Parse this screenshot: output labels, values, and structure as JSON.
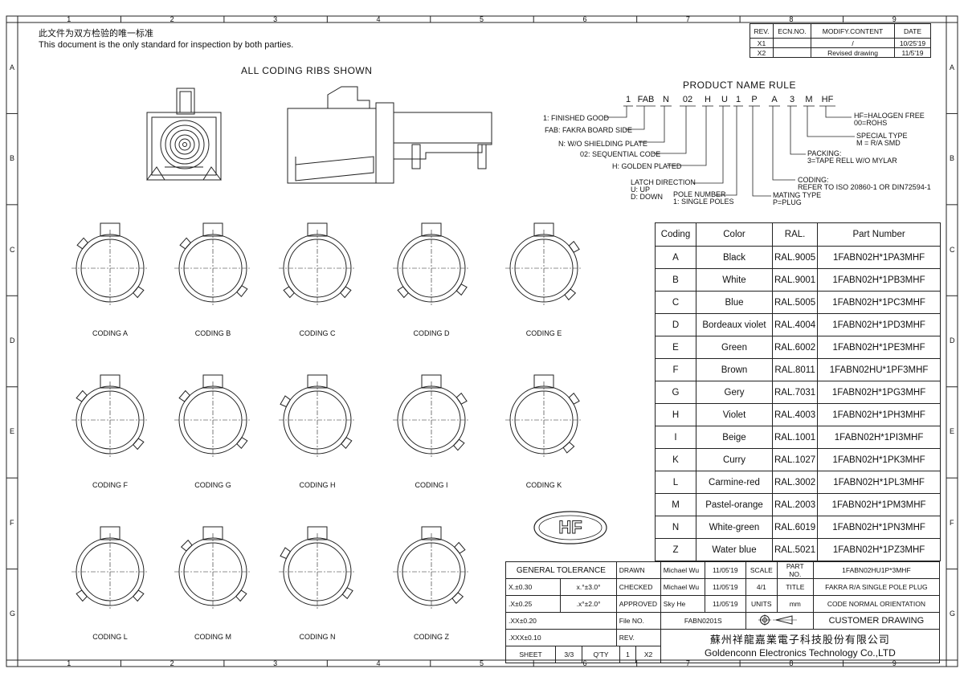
{
  "header": {
    "note_cn": "此文件为双方检验的唯一标准",
    "note_en": "This document is the only standard for inspection by both parties.",
    "view_title": "ALL CODING RIBS SHOWN"
  },
  "border": {
    "col_marks": [
      "1",
      "2",
      "3",
      "4",
      "5",
      "6",
      "7",
      "8",
      "9"
    ],
    "row_marks": [
      "A",
      "B",
      "C",
      "D",
      "E",
      "F",
      "G"
    ]
  },
  "revisions": {
    "headers": [
      "REV.",
      "ECN.NO.",
      "MODIFY.CONTENT",
      "DATE"
    ],
    "rows": [
      {
        "rev": "X1",
        "ecn": "",
        "content": "/",
        "date": "10/25'19"
      },
      {
        "rev": "X2",
        "ecn": "",
        "content": "Revised drawing",
        "date": "11/5'19"
      }
    ]
  },
  "product_rule": {
    "title": "PRODUCT NAME RULE",
    "code_parts": [
      "1",
      "FAB",
      "N",
      "02",
      "H",
      "U",
      "1",
      "P",
      "A",
      "3",
      "M",
      "HF"
    ],
    "left_labels": [
      "1: FINISHED GOOD",
      "FAB: FAKRA BOARD SIDE",
      "N: W/O SHIELDING PLATE",
      "02: SEQUENTIAL CODE",
      "H: GOLDEN PLATED"
    ],
    "latch": [
      "LATCH DIRECTION",
      "U: UP",
      "D: DOWN"
    ],
    "pole": [
      "POLE NUMBER",
      "1: SINGLE POLES"
    ],
    "mating": [
      "MATING TYPE",
      "P=PLUG"
    ],
    "coding": [
      "CODING:",
      "REFER TO ISO 20860-1 OR DIN72594-1"
    ],
    "packing": [
      "PACKING:",
      "3=TAPE RELL W/O MYLAR"
    ],
    "special": [
      "SPECIAL TYPE",
      "M = R/A SMD"
    ],
    "hf": [
      "HF=HALOGEN FREE",
      "00=ROHS"
    ]
  },
  "coding_views": [
    "CODING A",
    "CODING B",
    "CODING C",
    "CODING D",
    "CODING E",
    "CODING F",
    "CODING G",
    "CODING H",
    "CODING I",
    "CODING K",
    "CODING L",
    "CODING M",
    "CODING N",
    "CODING Z"
  ],
  "hf_logo": "HF",
  "coding_table": {
    "headers": [
      "Coding",
      "Color",
      "RAL.",
      "Part Number"
    ],
    "rows": [
      [
        "A",
        "Black",
        "RAL.9005",
        "1FABN02H*1PA3MHF"
      ],
      [
        "B",
        "White",
        "RAL.9001",
        "1FABN02H*1PB3MHF"
      ],
      [
        "C",
        "Blue",
        "RAL.5005",
        "1FABN02H*1PC3MHF"
      ],
      [
        "D",
        "Bordeaux violet",
        "RAL.4004",
        "1FABN02H*1PD3MHF"
      ],
      [
        "E",
        "Green",
        "RAL.6002",
        "1FABN02H*1PE3MHF"
      ],
      [
        "F",
        "Brown",
        "RAL.8011",
        "1FABN02HU*1PF3MHF"
      ],
      [
        "G",
        "Gery",
        "RAL.7031",
        "1FABN02H*1PG3MHF"
      ],
      [
        "H",
        "Violet",
        "RAL.4003",
        "1FABN02H*1PH3MHF"
      ],
      [
        "I",
        "Beige",
        "RAL.1001",
        "1FABN02H*1PI3MHF"
      ],
      [
        "K",
        "Curry",
        "RAL.1027",
        "1FABN02H*1PK3MHF"
      ],
      [
        "L",
        "Carmine-red",
        "RAL.3002",
        "1FABN02H*1PL3MHF"
      ],
      [
        "M",
        "Pastel-orange",
        "RAL.2003",
        "1FABN02H*1PM3MHF"
      ],
      [
        "N",
        "White-green",
        "RAL.6019",
        "1FABN02H*1PN3MHF"
      ],
      [
        "Z",
        "Water blue",
        "RAL.5021",
        "1FABN02H*1PZ3MHF"
      ]
    ]
  },
  "title_block": {
    "general_tolerance": "GENERAL TOLERANCE",
    "tol_x": "X.±0.30",
    "tol_ang1": "x.°±3.0°",
    "tol_xx1": ".X±0.25",
    "tol_ang2": ".x°±2.0°",
    "tol_xx2": ".XX±0.20",
    "tol_xxx": ".XXX±0.10",
    "drawn_label": "DRAWN",
    "drawn_name": "Michael Wu",
    "drawn_date": "11/05'19",
    "checked_label": "CHECKED",
    "checked_name": "Michael Wu",
    "checked_date": "11/05'19",
    "approved_label": "APPROVED",
    "approved_name": "Sky He",
    "approved_date": "11/05'19",
    "scale_label": "SCALE",
    "scale_value": "4/1",
    "units_label": "UNITS",
    "units_value": "mm",
    "part_no_label": "PART NO.",
    "part_no_value": "1FABN02HU1P*3MHF",
    "title_label": "TITLE",
    "title_line1": "FAKRA R/A SINGLE POLE PLUG",
    "title_line2": "CODE NORMAL ORIENTATION",
    "file_no_label": "File NO.",
    "file_no_value": "FABN0201S",
    "customer_drawing": "CUSTOMER DRAWING",
    "rev_label": "REV.",
    "company_cn": "蘇州祥龍嘉業電子科技股份有限公司",
    "company_en": "Goldenconn Electronics Technology Co.,LTD",
    "sheet_label": "SHEET",
    "sheet_value": "3/3",
    "qty_label": "Q'TY",
    "qty_value": "1",
    "rev_value": "X2"
  }
}
